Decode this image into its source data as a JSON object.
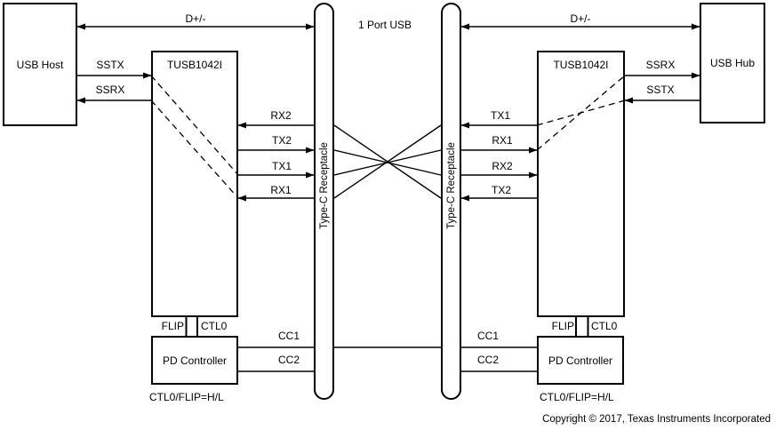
{
  "diagram": {
    "port_title": "1 Port USB",
    "copyright": "Copyright © 2017, Texas Instruments Incorporated"
  },
  "blocks": {
    "usb_host": "USB Host",
    "usb_hub": "USB Hub",
    "redriver_left": "TUSB1042I",
    "redriver_right": "TUSB1042I",
    "pd_left": "PD Controller",
    "pd_right": "PD Controller",
    "receptacle_left": "Type-C Receptacle",
    "receptacle_right": "Type-C Receptacle"
  },
  "signals": {
    "left": {
      "d": "D+/-",
      "sstx": "SSTX",
      "ssrx": "SSRX",
      "rx2": "RX2",
      "tx2": "TX2",
      "tx1": "TX1",
      "rx1": "RX1",
      "cc1": "CC1",
      "cc2": "CC2",
      "flip": "FLIP",
      "ctl0": "CTL0",
      "note": "CTL0/FLIP=H/L"
    },
    "right": {
      "d": "D+/-",
      "ssrx": "SSRX",
      "sstx": "SSTX",
      "tx1": "TX1",
      "rx1": "RX1",
      "rx2": "RX2",
      "tx2": "TX2",
      "cc1": "CC1",
      "cc2": "CC2",
      "flip": "FLIP",
      "ctl0": "CTL0",
      "note": "CTL0/FLIP=H/L"
    }
  },
  "colors": {
    "line": "#000000",
    "background": "#ffffff"
  }
}
